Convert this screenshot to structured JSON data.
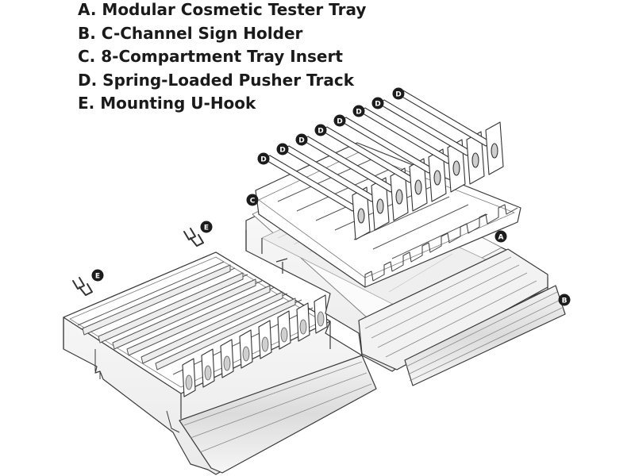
{
  "legend": {
    "items": [
      {
        "letter": "A",
        "text": "A. Modular Cosmetic Tester Tray"
      },
      {
        "letter": "B",
        "text": "B. C-Channel Sign Holder"
      },
      {
        "letter": "C",
        "text": "C. 8-Compartment Tray Insert"
      },
      {
        "letter": "D",
        "text": "D. Spring-Loaded Pusher Track"
      },
      {
        "letter": "E",
        "text": "E. Mounting U-Hook"
      }
    ]
  },
  "callouts": {
    "a": "A",
    "b": "B",
    "c": "C",
    "d": "D",
    "e": "E"
  },
  "colors": {
    "line": "#3a3a3a",
    "line_light": "#8a8a8a",
    "callout_fill": "#1c1c1c",
    "shade": "#e6e6e6"
  }
}
